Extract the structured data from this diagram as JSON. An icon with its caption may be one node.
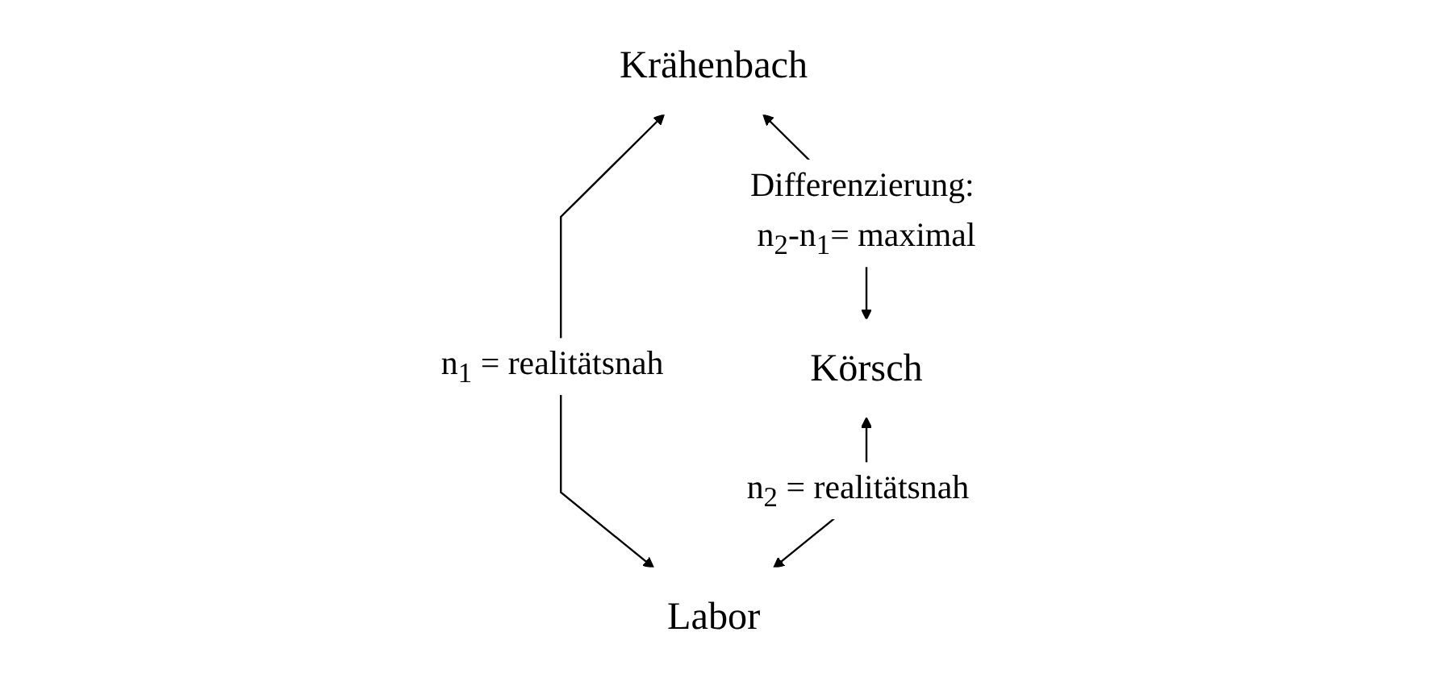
{
  "diagram": {
    "nodes": [
      {
        "text": [
          "Krähenbach"
        ]
      },
      {
        "text": [
          "Körsch"
        ]
      },
      {
        "text": [
          "Labor"
        ]
      }
    ],
    "edges": [
      {
        "from": 0,
        "to": 1,
        "arrow": "both",
        "label": "Differenzierung: n$_{2}$-n$_{1}$= maximal"
      },
      {
        "from": 0,
        "to": 2,
        "arrow": "both",
        "label": "n$_{1}$ = realitätsnah"
      },
      {
        "from": 1,
        "to": 2,
        "arrow": "both",
        "label": "n$_{2}$ = realitätsnah"
      }
    ]
  }
}
